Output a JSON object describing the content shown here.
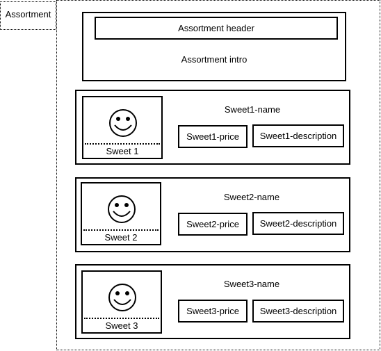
{
  "assortment_label": "Assortment",
  "header": {
    "title": "Assortment header",
    "intro": "Assortment intro"
  },
  "sweets": [
    {
      "caption": "Sweet 1",
      "name": "Sweet1-name",
      "price": "Sweet1-price",
      "description": "Sweet1-description"
    },
    {
      "caption": "Sweet 2",
      "name": "Sweet2-name",
      "price": "Sweet2-price",
      "description": "Sweet2-description"
    },
    {
      "caption": "Sweet 3",
      "name": "Sweet3-name",
      "price": "Sweet3-price",
      "description": "Sweet3-description"
    }
  ],
  "icons": {
    "image_placeholder": "smiley-face-icon"
  }
}
